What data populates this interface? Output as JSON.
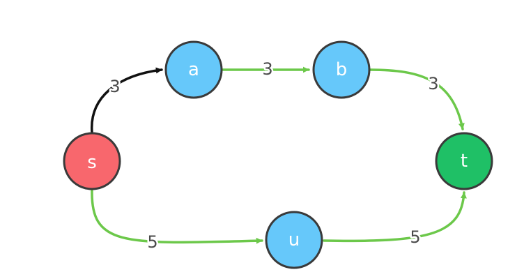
{
  "graph": {
    "colors": {
      "source": "#f8676d",
      "intermediate": "#66c8fa",
      "sink": "#1fc066",
      "edge_flow": "#6cc84a",
      "edge_default": "#111111",
      "node_border": "#3a3a3a"
    },
    "nodes": [
      {
        "id": "s",
        "label": "s",
        "role": "source"
      },
      {
        "id": "a",
        "label": "a",
        "role": "intermediate"
      },
      {
        "id": "b",
        "label": "b",
        "role": "intermediate"
      },
      {
        "id": "t",
        "label": "t",
        "role": "sink"
      },
      {
        "id": "u",
        "label": "u",
        "role": "intermediate"
      }
    ],
    "edges": [
      {
        "id": "s-a",
        "from": "s",
        "to": "a",
        "label": "3",
        "highlighted": false
      },
      {
        "id": "a-b",
        "from": "a",
        "to": "b",
        "label": "3",
        "highlighted": true
      },
      {
        "id": "b-t",
        "from": "b",
        "to": "t",
        "label": "3",
        "highlighted": true
      },
      {
        "id": "s-u",
        "from": "s",
        "to": "u",
        "label": "5",
        "highlighted": true
      },
      {
        "id": "u-t",
        "from": "u",
        "to": "t",
        "label": "5",
        "highlighted": true
      }
    ]
  }
}
